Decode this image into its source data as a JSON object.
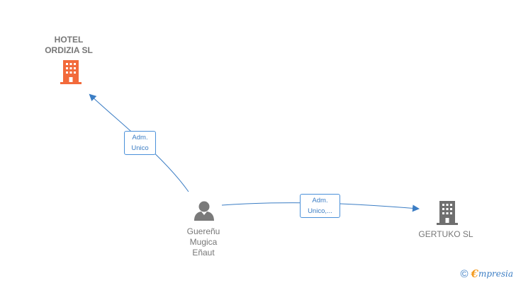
{
  "nodes": {
    "hotel": {
      "label": "HOTEL\nORDIZIA  SL",
      "icon": "building-icon",
      "color": "#f26a3b"
    },
    "gertuko": {
      "label": "GERTUKO  SL",
      "icon": "building-icon",
      "color": "#6f6f6f"
    },
    "person": {
      "label": "Guereñu\nMugica\nEñaut",
      "icon": "person-icon",
      "color": "#7a7a7a"
    }
  },
  "edges": [
    {
      "from": "person",
      "to": "hotel",
      "label_line1": "Adm.",
      "label_line2": "Unico"
    },
    {
      "from": "person",
      "to": "gertuko",
      "label_line1": "Adm.",
      "label_line2": "Unico,..."
    }
  ],
  "colors": {
    "edge": "#3b7dc4",
    "label_text": "#777777"
  },
  "brand": {
    "copyright": "©",
    "e": "€",
    "rest": "mpresia"
  }
}
